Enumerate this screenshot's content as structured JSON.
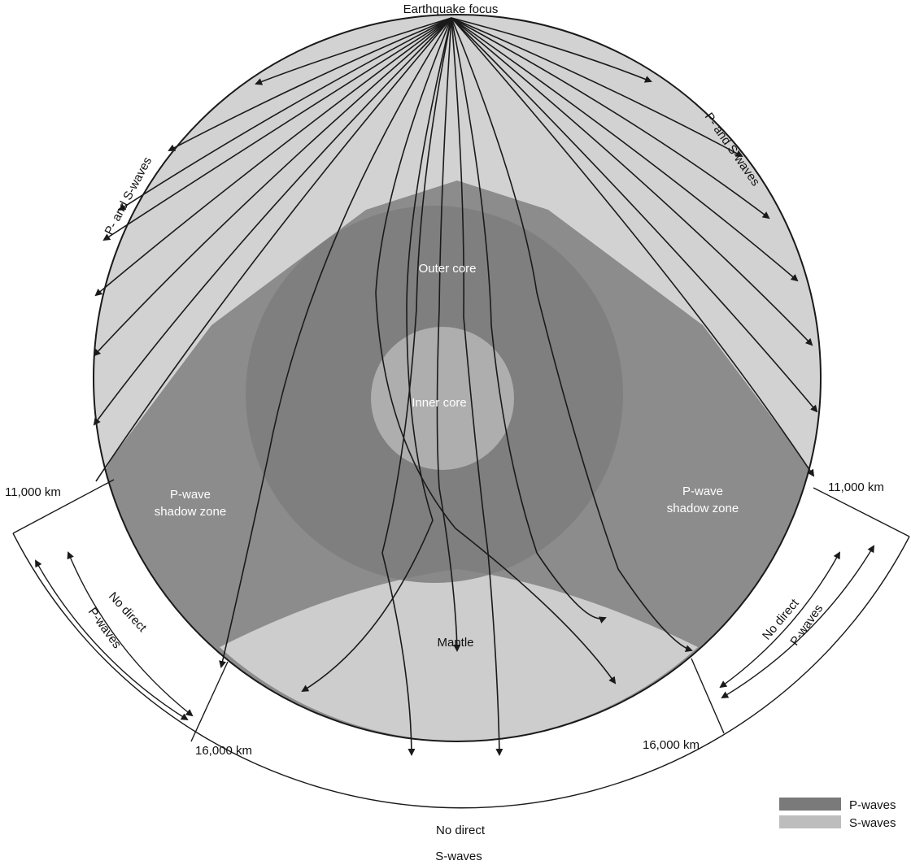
{
  "labels": {
    "focus": "Earthquake focus",
    "ps_left": "P- and S-waves",
    "ps_right": "P- and S-waves",
    "outer_core": "Outer core",
    "inner_core": "Inner core",
    "mantle": "Mantle",
    "shadow_left_1": "P-wave",
    "shadow_left_2": "shadow zone",
    "shadow_right_1": "P-wave",
    "shadow_right_2": "shadow zone",
    "km11_left": "11,000 km",
    "km11_right": "11,000 km",
    "km16_left": "16,000 km",
    "km16_right": "16,000 km",
    "nodirect_p_left_1": "No direct",
    "nodirect_p_left_2": "P-waves",
    "nodirect_p_right_1": "No direct",
    "nodirect_p_right_2": "P-waves",
    "nodirect_s_1": "No direct",
    "nodirect_s_2": "S-waves"
  },
  "legend": [
    {
      "label": "P-waves",
      "color": "#7a7a7a"
    },
    {
      "label": "S-waves",
      "color": "#bdbdbd"
    }
  ],
  "colors": {
    "ps_zone": "#d2d2d2",
    "shadow_zone": "#8c8c8c",
    "outer_core": "#7d7d7d",
    "inner_core": "#b4b4b4",
    "mantle_bottom": "#cdcdcd",
    "ray": "#1a1a1a"
  }
}
